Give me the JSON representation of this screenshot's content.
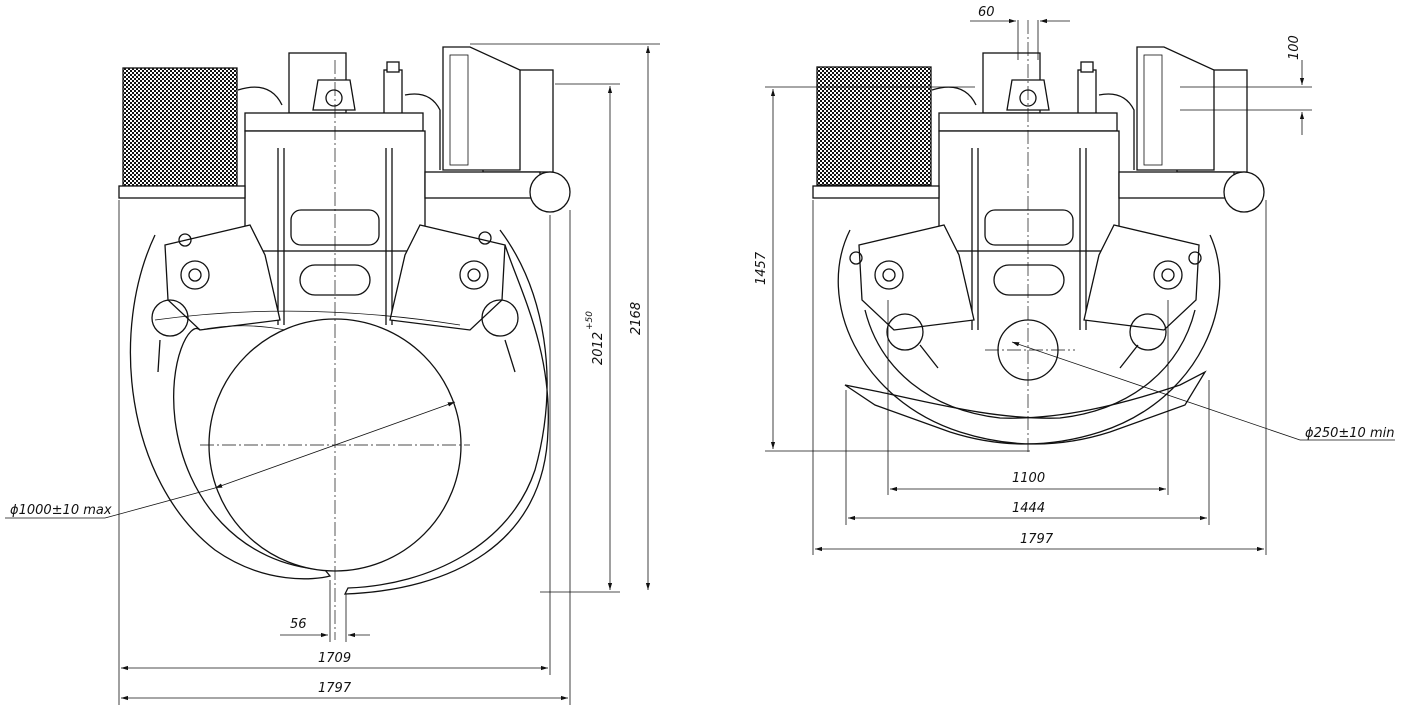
{
  "left_view": {
    "dim_56": "56",
    "dim_1709": "1709",
    "dim_1797": "1797",
    "dim_2012": "2012",
    "dim_2012_tol": "+50",
    "dim_2168": "2168",
    "dim_diameter": "ϕ1000±10 max"
  },
  "right_view": {
    "dim_60": "60",
    "dim_100": "100",
    "dim_1457": "1457",
    "dim_1100": "1100",
    "dim_1444": "1444",
    "dim_1797": "1797",
    "dim_diameter": "ϕ250±10 min"
  }
}
